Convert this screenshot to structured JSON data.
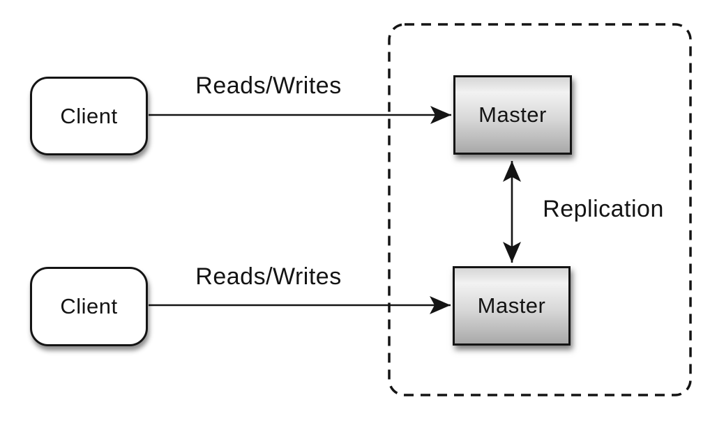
{
  "diagram": {
    "background_color": "#ffffff",
    "stroke_color": "#141414",
    "master_gradient": [
      "#d6d6d6",
      "#f2f2f2",
      "#a9a9a9"
    ],
    "nodes": [
      {
        "id": "client-top",
        "label": "Client",
        "shape": "rounded-rect"
      },
      {
        "id": "client-bottom",
        "label": "Client",
        "shape": "rounded-rect"
      },
      {
        "id": "master-top",
        "label": "Master",
        "shape": "rect"
      },
      {
        "id": "master-bottom",
        "label": "Master",
        "shape": "rect"
      }
    ],
    "edges": [
      {
        "from": "client-top",
        "to": "master-top",
        "label": "Reads/Writes",
        "bidirectional": false
      },
      {
        "from": "client-bottom",
        "to": "master-bottom",
        "label": "Reads/Writes",
        "bidirectional": false
      },
      {
        "from": "master-top",
        "to": "master-bottom",
        "label": "Replication",
        "bidirectional": true
      }
    ],
    "boundary": {
      "id": "replication-group",
      "style": "dashed-rounded-rect"
    }
  }
}
